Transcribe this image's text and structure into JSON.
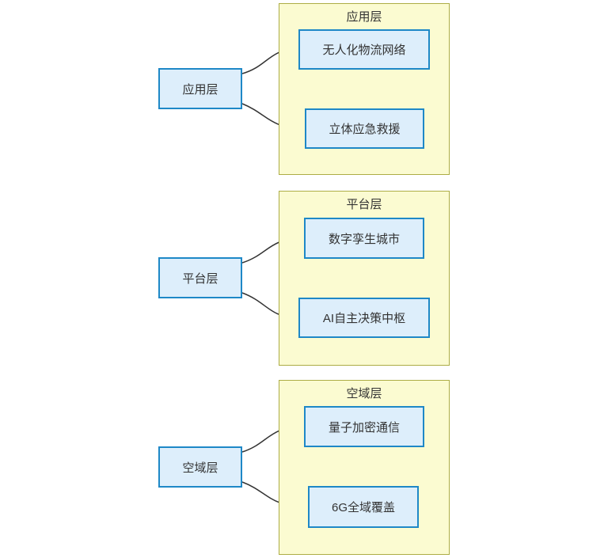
{
  "diagram": {
    "type": "grouped-flow-diagram",
    "background": "#ffffff",
    "colors": {
      "cluster_fill": "#fbfbd1",
      "cluster_border": "#adad45",
      "node_fill": "#ddeefb",
      "node_border": "#1e88c7",
      "text": "#333333",
      "edge": "#333333"
    },
    "groups": [
      {
        "title": "应用层",
        "source": {
          "label": "应用层"
        },
        "children": [
          {
            "label": "无人化物流网络"
          },
          {
            "label": "立体应急救援"
          }
        ]
      },
      {
        "title": "平台层",
        "source": {
          "label": "平台层"
        },
        "children": [
          {
            "label": "数字孪生城市"
          },
          {
            "label": "AI自主决策中枢"
          }
        ]
      },
      {
        "title": "空域层",
        "source": {
          "label": "空域层"
        },
        "children": [
          {
            "label": "量子加密通信"
          },
          {
            "label": "6G全域覆盖"
          }
        ]
      }
    ],
    "edges": [
      {
        "from": "应用层",
        "to": "无人化物流网络"
      },
      {
        "from": "应用层",
        "to": "立体应急救援"
      },
      {
        "from": "平台层",
        "to": "数字孪生城市"
      },
      {
        "from": "平台层",
        "to": "AI自主决策中枢"
      },
      {
        "from": "空域层",
        "to": "量子加密通信"
      },
      {
        "from": "空域层",
        "to": "6G全域覆盖"
      }
    ]
  }
}
